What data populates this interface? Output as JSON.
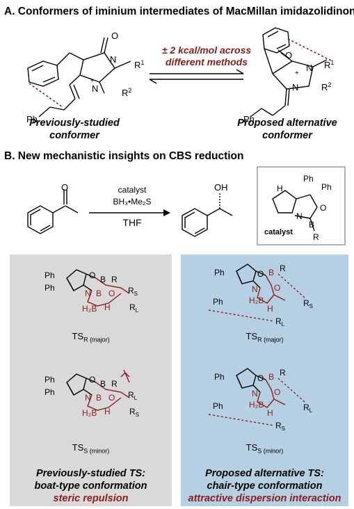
{
  "sectionA": {
    "heading": "A. Conformers of iminium intermediates of MacMillan imidazolidinone",
    "energy_line1": "± 2 kcal/mol across",
    "energy_line2": "different methods",
    "left_caption1": "Previously-studied",
    "left_caption2": "conformer",
    "right_caption1": "Proposed alternative",
    "right_caption2": "conformer",
    "labels": {
      "r1": "R",
      "r1sup": "1",
      "r2": "R",
      "r2sup": "2",
      "ph": "Ph",
      "n": "N",
      "o": "O",
      "plus": "+"
    }
  },
  "sectionB": {
    "heading": "B. New mechanistic insights on CBS reduction",
    "reagent_top": "catalyst",
    "reagent_mid": "BH₃•Me₂S",
    "reagent_bottom": "THF",
    "product_oh": "OH",
    "starting_o": "O",
    "catalyst_label": "catalyst",
    "cat_atoms": {
      "h": "H",
      "ph1": "Ph",
      "ph2": "Ph",
      "n": "N",
      "o": "O",
      "b": "B",
      "r": "R"
    }
  },
  "left_panel": {
    "ts1_main": "TS",
    "ts1_sub": "R (major)",
    "ts2_main": "TS",
    "ts2_sub": "S (minor)",
    "caption1": "Previously-studied TS:",
    "caption2": "boat-type conformation",
    "caption3": "steric repulsion",
    "colors": {
      "bg": "#d9d9d9"
    }
  },
  "right_panel": {
    "ts1_main": "TS",
    "ts1_sub": "R (major)",
    "ts2_main": "TS",
    "ts2_sub": "S (minor)",
    "caption1": "Proposed alternative TS:",
    "caption2": "chair-type conformation",
    "caption3": "attractive dispersion interaction",
    "colors": {
      "bg": "#b4d0e2"
    }
  },
  "atoms": {
    "ph": "Ph",
    "o": "O",
    "b": "B",
    "r": "R",
    "n": "N",
    "h2b": "H₂B",
    "h": "H",
    "rs": "R",
    "rs_sub": "S",
    "rl": "R",
    "rl_sub": "L"
  },
  "colors": {
    "accent": "#8b1c1c",
    "line": "#000000"
  }
}
